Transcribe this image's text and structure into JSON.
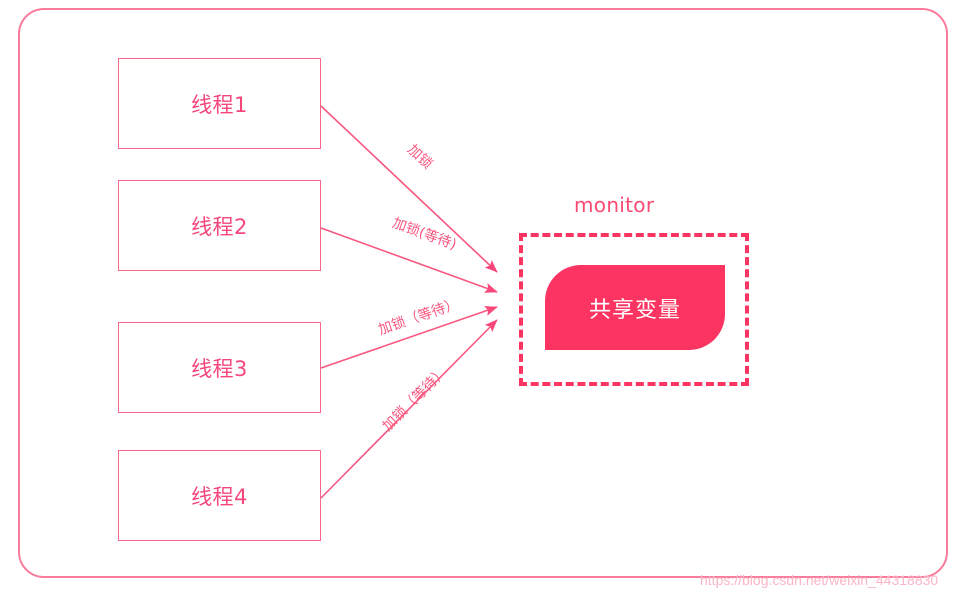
{
  "diagram": {
    "title_watermark": "https://blog.csdn.net/weixin_44318830",
    "colors": {
      "frame_border": "#fa7b9b",
      "box_border": "#f8688d",
      "text_pink": "#f6477a",
      "accent": "#fb3461",
      "monitor_label": "#fb4a74",
      "shared_var_text": "#ffffff",
      "watermark": "#fbb6c6"
    },
    "threads": [
      {
        "id": "thread-1",
        "label": "线程1"
      },
      {
        "id": "thread-2",
        "label": "线程2"
      },
      {
        "id": "thread-3",
        "label": "线程3"
      },
      {
        "id": "thread-4",
        "label": "线程4"
      }
    ],
    "arrows": [
      {
        "id": "arrow-1",
        "from": "线程1",
        "to": "monitor",
        "label": "加锁"
      },
      {
        "id": "arrow-2",
        "from": "线程2",
        "to": "monitor",
        "label": "加锁(等待)"
      },
      {
        "id": "arrow-3",
        "from": "线程3",
        "to": "monitor",
        "label": "加锁（等待）"
      },
      {
        "id": "arrow-4",
        "from": "线程4",
        "to": "monitor",
        "label": "加锁（等待）"
      }
    ],
    "monitor": {
      "label": "monitor",
      "shared_variable_label": "共享变量"
    }
  }
}
